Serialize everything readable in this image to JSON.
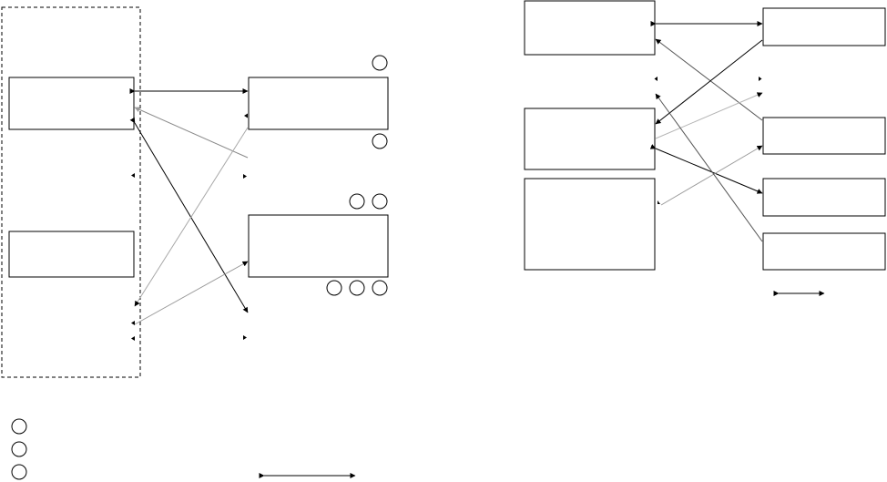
{
  "diagram": {
    "description_visible_text": "",
    "colors": {
      "stroke": "#000000",
      "light_stroke": "#9a9a9a",
      "background": "#ffffff"
    },
    "left_panel": {
      "container": "dashed-frame",
      "boxes": [
        "upper-left-box",
        "lower-left-box",
        "upper-mid-box",
        "lower-mid-box"
      ],
      "circle_markers": {
        "above_upper_mid_box": 1,
        "below_upper_mid_box": 1,
        "above_lower_mid_box": 2,
        "below_lower_mid_box": 3,
        "legend_column": 3
      }
    },
    "right_panel": {
      "left_boxes": [
        "right-top-left-box",
        "right-mid-left-box",
        "right-lower-left-box"
      ],
      "right_boxes": [
        "right-top-right-box",
        "right-second-right-box",
        "right-third-right-box",
        "right-fourth-right-box"
      ]
    },
    "legends": {
      "bottom_left_double_arrow": true,
      "bottom_right_double_arrow": true
    }
  }
}
